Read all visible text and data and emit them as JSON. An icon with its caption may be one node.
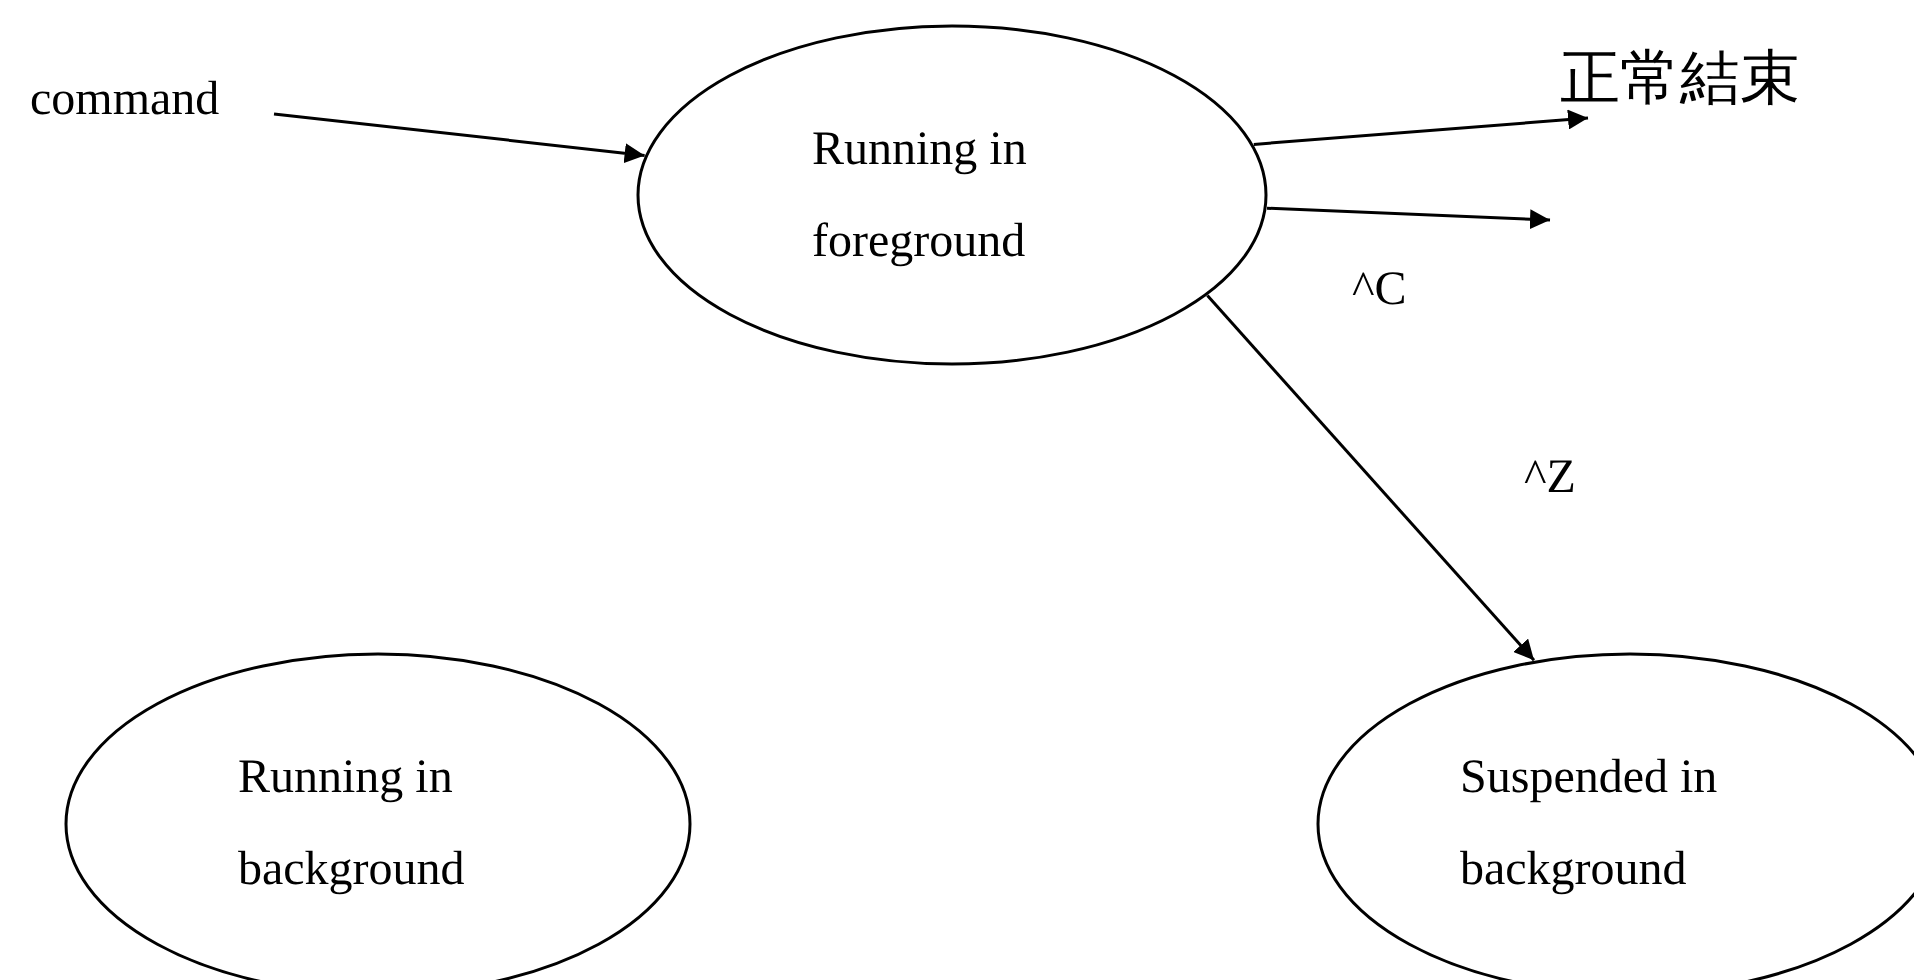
{
  "diagram": {
    "nodes": [
      {
        "text": [
          "command"
        ]
      },
      {
        "text": [
          "Running in foreground"
        ]
      },
      {
        "text": [
          "正常結束"
        ]
      },
      {
        "text": [
          "Running in background"
        ]
      },
      {
        "text": [
          "Suspended in background"
        ]
      }
    ],
    "edges": [
      {
        "from": 0,
        "to": 1,
        "arrow": "to"
      },
      {
        "from": 1,
        "to": 2,
        "arrow": "to"
      },
      {
        "from": 1,
        "to": null,
        "arrow": "to",
        "label": "^C"
      },
      {
        "from": 1,
        "to": 4,
        "arrow": "to",
        "label": "^Z"
      }
    ]
  }
}
